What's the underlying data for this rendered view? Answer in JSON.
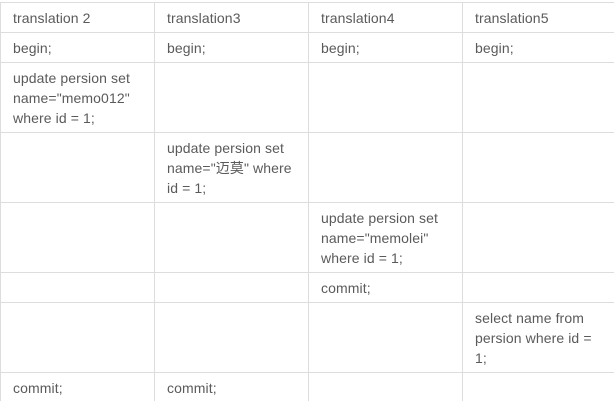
{
  "table": {
    "columns": [
      "translation 2",
      "translation3",
      "translation4",
      "translation5"
    ],
    "rows": [
      [
        "begin;",
        "begin;",
        "begin;",
        "begin;"
      ],
      [
        "update persion set name=\"memo012\" where id = 1;",
        "",
        "",
        ""
      ],
      [
        "",
        "update persion set name=\"迈莫\" where id = 1;",
        "",
        ""
      ],
      [
        "",
        "",
        "update persion set name=\"memolei\" where id = 1;",
        ""
      ],
      [
        "",
        "",
        "commit;",
        ""
      ],
      [
        "",
        "",
        "",
        "select name from persion where id = 1;"
      ],
      [
        "commit;",
        "commit;",
        "",
        ""
      ]
    ]
  },
  "colors": {
    "border": "#dddddd",
    "text": "#5a5a5a",
    "background": "#ffffff"
  }
}
